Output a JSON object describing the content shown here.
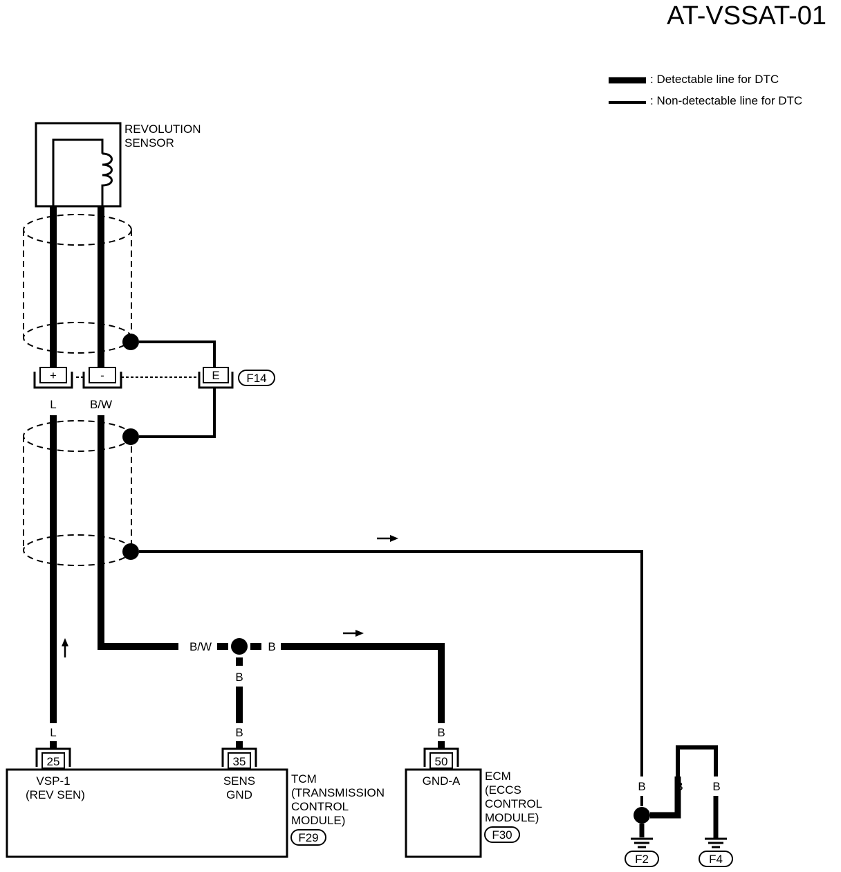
{
  "title": "AT-VSSAT-01",
  "legend": {
    "detectable": ": Detectable line for DTC",
    "non_detectable": ": Non-detectable line for DTC"
  },
  "sensor": {
    "name_line1": "REVOLUTION",
    "name_line2": "SENSOR",
    "icon": "coil-icon"
  },
  "sensor_connector": {
    "plus": "+",
    "minus": "-",
    "shield_terminal": "E",
    "id": "F14"
  },
  "wire_colors": {
    "signal": "L",
    "sensor_ground": "B/W",
    "ground": "B"
  },
  "tcm": {
    "name_line1": "TCM",
    "name_line2": "(TRANSMISSION",
    "name_line3": "CONTROL",
    "name_line4": "MODULE)",
    "connector": "F29",
    "terminal_25": {
      "number": "25",
      "label_line1": "VSP-1",
      "label_line2": "(REV SEN)"
    },
    "terminal_35": {
      "number": "35",
      "label_line1": "SENS",
      "label_line2": "GND"
    }
  },
  "ecm": {
    "name_line1": "ECM",
    "name_line2": "(ECCS",
    "name_line3": "CONTROL",
    "name_line4": "MODULE)",
    "connector": "F30",
    "terminal_50": {
      "number": "50",
      "label": "GND-A"
    }
  },
  "grounds": {
    "g1": "F2",
    "g2": "F4"
  }
}
